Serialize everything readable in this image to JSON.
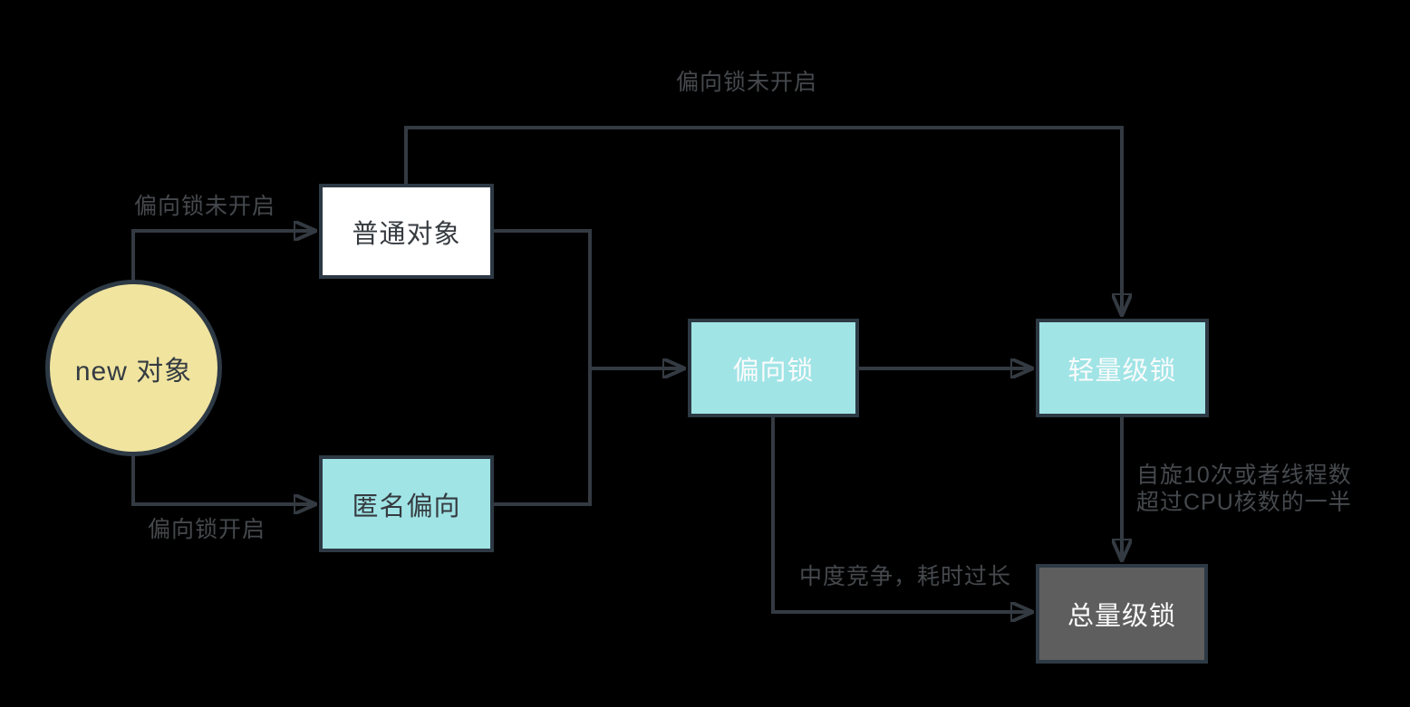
{
  "diagram": {
    "background_color": "#000000",
    "colors": {
      "line": "#343a41",
      "node_border": "#2d3944",
      "edge_label_text": "#45494d",
      "dark_node_text": "#363b40",
      "white_node_text": "#fbfbfb",
      "circle_fill": "#f0e49f",
      "cyan_fill": "#a0e4e6",
      "white_fill": "#ffffff",
      "gray_fill": "#5e5e5e"
    },
    "nodes": {
      "new_object": {
        "label": "new 对象",
        "shape": "circle",
        "fill": "#f0e49f"
      },
      "normal_object": {
        "label": "普通对象",
        "shape": "rect",
        "fill": "#ffffff"
      },
      "anonymous_bias": {
        "label": "匿名偏向",
        "shape": "rect",
        "fill": "#a0e4e6"
      },
      "biased_lock": {
        "label": "偏向锁",
        "shape": "rect",
        "fill": "#a0e4e6"
      },
      "lightweight_lock": {
        "label": "轻量级锁",
        "shape": "rect",
        "fill": "#a0e4e6"
      },
      "heavyweight_lock": {
        "label": "总量级锁",
        "shape": "rect",
        "fill": "#5e5e5e"
      }
    },
    "edge_labels": {
      "top_bypass": "偏向锁未开启",
      "to_normal": "偏向锁未开启",
      "to_anonymous": "偏向锁开启",
      "spin": "自旋10次或者线程数\n超过CPU核数的一半",
      "moderate_contention": "中度竞争，耗时过长"
    },
    "edges": [
      {
        "from": "new_object",
        "to": "normal_object",
        "label": "偏向锁未开启"
      },
      {
        "from": "new_object",
        "to": "anonymous_bias",
        "label": "偏向锁开启"
      },
      {
        "from": "normal_object",
        "to": "biased_lock",
        "label": ""
      },
      {
        "from": "anonymous_bias",
        "to": "biased_lock",
        "label": ""
      },
      {
        "from": "normal_object",
        "to": "lightweight_lock",
        "label": "偏向锁未开启"
      },
      {
        "from": "biased_lock",
        "to": "lightweight_lock",
        "label": ""
      },
      {
        "from": "lightweight_lock",
        "to": "heavyweight_lock",
        "label": "自旋10次或者线程数超过CPU核数的一半"
      },
      {
        "from": "biased_lock",
        "to": "heavyweight_lock",
        "label": "中度竞争，耗时过长"
      }
    ]
  }
}
